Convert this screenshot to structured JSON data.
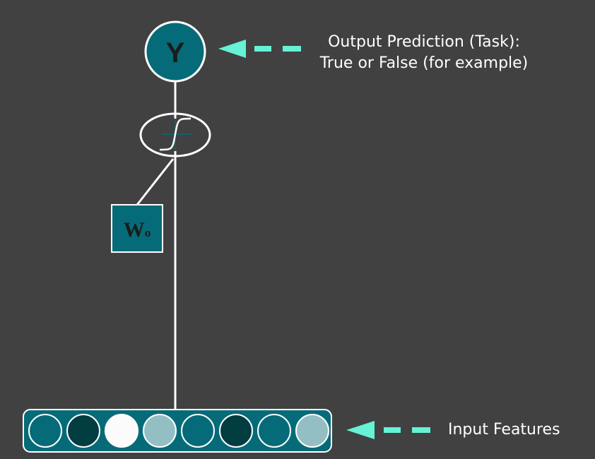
{
  "output_node": {
    "symbol": "Y"
  },
  "activation": {
    "icon": "sigmoid-icon"
  },
  "weight": {
    "symbol": "W",
    "subscript": "o"
  },
  "output_label": {
    "line1": "Output Prediction (Task):",
    "line2": "True or False (for example)"
  },
  "input_label": "Input Features",
  "input_features": {
    "count": 8,
    "shades": [
      "#066b78",
      "#023d42",
      "#fbfbfb",
      "#93bfc4",
      "#066b78",
      "#023d42",
      "#066b78",
      "#93bfc4"
    ]
  },
  "colors": {
    "background": "#414141",
    "node_fill": "#066b78",
    "arrow": "#66f2d6",
    "line": "#ffffff"
  }
}
